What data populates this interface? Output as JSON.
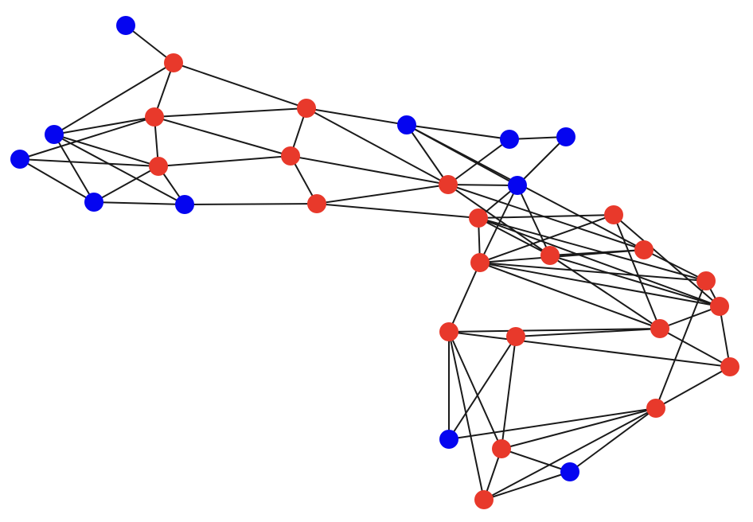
{
  "graph": {
    "colors": {
      "edge": "#1a1a1a",
      "node_red": "#e8392b",
      "node_blue": "#0505f0",
      "background": "#ffffff"
    },
    "nodes": [
      {
        "id": "b1",
        "color": "blue"
      },
      {
        "id": "r1",
        "color": "red"
      },
      {
        "id": "r2",
        "color": "red"
      },
      {
        "id": "b2",
        "color": "blue"
      },
      {
        "id": "b3",
        "color": "blue"
      },
      {
        "id": "r3",
        "color": "red"
      },
      {
        "id": "b4",
        "color": "blue"
      },
      {
        "id": "b5",
        "color": "blue"
      },
      {
        "id": "r4",
        "color": "red"
      },
      {
        "id": "r5",
        "color": "red"
      },
      {
        "id": "r6",
        "color": "red"
      },
      {
        "id": "b6",
        "color": "blue"
      },
      {
        "id": "b7",
        "color": "blue"
      },
      {
        "id": "b8",
        "color": "blue"
      },
      {
        "id": "b9",
        "color": "blue"
      },
      {
        "id": "r7",
        "color": "red"
      },
      {
        "id": "r8",
        "color": "red"
      },
      {
        "id": "r9",
        "color": "red"
      },
      {
        "id": "r10",
        "color": "red"
      },
      {
        "id": "r11",
        "color": "red"
      },
      {
        "id": "r12",
        "color": "red"
      },
      {
        "id": "r13",
        "color": "red"
      },
      {
        "id": "r14",
        "color": "red"
      },
      {
        "id": "r15",
        "color": "red"
      },
      {
        "id": "r16",
        "color": "red"
      },
      {
        "id": "r17",
        "color": "red"
      },
      {
        "id": "r18",
        "color": "red"
      },
      {
        "id": "r19",
        "color": "red"
      },
      {
        "id": "b10",
        "color": "blue"
      },
      {
        "id": "r20",
        "color": "red"
      },
      {
        "id": "b11",
        "color": "blue"
      },
      {
        "id": "r21",
        "color": "red"
      }
    ],
    "edges": [
      [
        "b1",
        "r1"
      ],
      [
        "r1",
        "r2"
      ],
      [
        "r1",
        "b2"
      ],
      [
        "r1",
        "r4"
      ],
      [
        "r2",
        "b2"
      ],
      [
        "r2",
        "b3"
      ],
      [
        "r2",
        "r3"
      ],
      [
        "r2",
        "r4"
      ],
      [
        "r2",
        "r5"
      ],
      [
        "b2",
        "r3"
      ],
      [
        "b2",
        "b4"
      ],
      [
        "b2",
        "b5"
      ],
      [
        "b3",
        "r3"
      ],
      [
        "b3",
        "b4"
      ],
      [
        "r3",
        "b4"
      ],
      [
        "r3",
        "b5"
      ],
      [
        "r3",
        "r5"
      ],
      [
        "b4",
        "b5"
      ],
      [
        "b5",
        "r6"
      ],
      [
        "r4",
        "r5"
      ],
      [
        "r4",
        "b6"
      ],
      [
        "r4",
        "r7"
      ],
      [
        "r5",
        "r6"
      ],
      [
        "r5",
        "r7"
      ],
      [
        "r6",
        "r7"
      ],
      [
        "r6",
        "r8"
      ],
      [
        "b6",
        "b7"
      ],
      [
        "b6",
        "r7"
      ],
      [
        "b6",
        "b9"
      ],
      [
        "b6",
        "r10"
      ],
      [
        "b7",
        "b8"
      ],
      [
        "b7",
        "r7"
      ],
      [
        "b8",
        "b9"
      ],
      [
        "r7",
        "b9"
      ],
      [
        "r7",
        "r10"
      ],
      [
        "r7",
        "r12"
      ],
      [
        "b9",
        "r8"
      ],
      [
        "b9",
        "r11"
      ],
      [
        "b9",
        "r12"
      ],
      [
        "r8",
        "r9"
      ],
      [
        "r8",
        "r11"
      ],
      [
        "r8",
        "r12"
      ],
      [
        "r8",
        "r13"
      ],
      [
        "r8",
        "r14"
      ],
      [
        "r9",
        "r11"
      ],
      [
        "r9",
        "r14"
      ],
      [
        "r9",
        "r15"
      ],
      [
        "r10",
        "r11"
      ],
      [
        "r10",
        "r12"
      ],
      [
        "r10",
        "r13"
      ],
      [
        "r11",
        "r13"
      ],
      [
        "r11",
        "r14"
      ],
      [
        "r11",
        "r15"
      ],
      [
        "r11",
        "r17"
      ],
      [
        "r12",
        "r14"
      ],
      [
        "r12",
        "r15"
      ],
      [
        "r13",
        "r14"
      ],
      [
        "r14",
        "r16"
      ],
      [
        "r14",
        "r15"
      ],
      [
        "r15",
        "r16"
      ],
      [
        "r15",
        "r17"
      ],
      [
        "r15",
        "r18"
      ],
      [
        "r16",
        "r19"
      ],
      [
        "r17",
        "b10"
      ],
      [
        "r17",
        "r20"
      ],
      [
        "r17",
        "r21"
      ],
      [
        "r16",
        "r17"
      ],
      [
        "b10",
        "r18"
      ],
      [
        "r18",
        "r20"
      ],
      [
        "b10",
        "r19"
      ],
      [
        "r19",
        "b11"
      ],
      [
        "r19",
        "r20"
      ],
      [
        "r19",
        "r21"
      ],
      [
        "b11",
        "r20"
      ],
      [
        "b11",
        "r21"
      ],
      [
        "r13",
        "r19"
      ],
      [
        "r20",
        "r21"
      ]
    ]
  }
}
